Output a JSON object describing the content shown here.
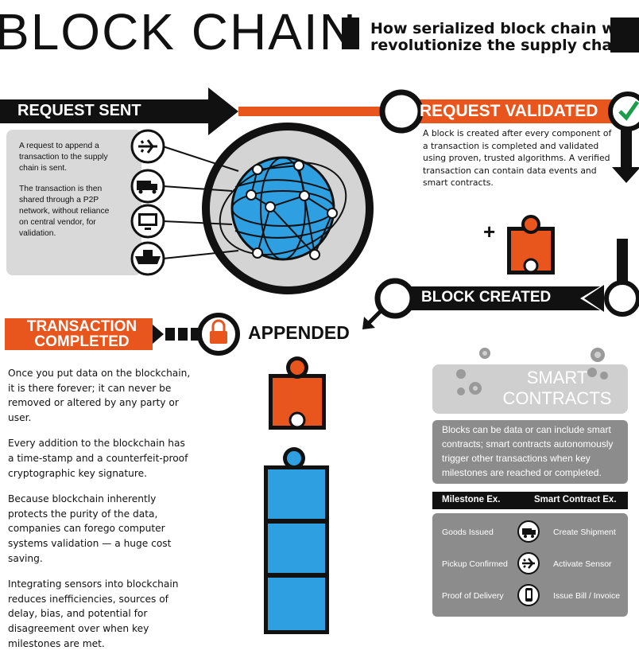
{
  "header": {
    "title": "BLOCK CHAIN",
    "subtitle_line1": "How serialized block chain will",
    "subtitle_line2": "revolutionize the supply chain"
  },
  "steps": {
    "request_sent": "REQUEST SENT",
    "request_validated": "REQUEST VALIDATED",
    "block_created": "BLOCK CREATED",
    "appended": "APPENDED",
    "transaction_completed_line1": "TRANSACTION",
    "transaction_completed_line2": "COMPLETED"
  },
  "request_panel": {
    "para1": "A request to append a transaction to the supply chain is sent.",
    "para2": "The transaction is then shared through a P2P network, without reliance on central vendor, for validation."
  },
  "validated_text": "A block is created after every component of a transaction is completed and validated using proven, trusted algorithms. A verified transaction can contain data events and smart contracts.",
  "plus_sign": "+",
  "left_paragraphs": [
    "Once you put data on the blockchain, it is there forever; it can never be removed or altered by any party or user.",
    "Every addition to the blockchain has a time-stamp and a counterfeit-proof cryptographic key signature.",
    "Because blockchain inherently protects the purity of the data, companies can forego computer systems validation — a huge cost saving.",
    "Integrating sensors into blockchain reduces inefficiencies, sources of delay, bias, and potential for disagreement over when key milestones are met."
  ],
  "smart_contracts": {
    "title_line1": "SMART",
    "title_line2": "CONTRACTS",
    "description": "Blocks can be data or can include smart contracts; smart contracts autonomously trigger other transactions when key milestones are reached or completed.",
    "header_milestone": "Milestone Ex.",
    "header_contract": "Smart Contract Ex.",
    "rows": [
      {
        "milestone": "Goods Issued",
        "icon": "truck-icon",
        "contract": "Create Shipment"
      },
      {
        "milestone": "Pickup Confirmed",
        "icon": "airplane-icon",
        "contract": "Activate Sensor"
      },
      {
        "milestone": "Proof of Delivery",
        "icon": "phone-icon",
        "contract": "Issue Bill / Invoice"
      }
    ]
  },
  "colors": {
    "orange": "#e8561e",
    "black": "#111111",
    "gray_panel": "#d9d9d9",
    "dark_gray_panel": "#8c8c8c",
    "blue": "#2e9fe0"
  },
  "icons": [
    "airplane-icon",
    "truck-icon",
    "computer-icon",
    "ship-icon",
    "globe-network-icon",
    "checkmark-icon",
    "lock-icon",
    "puzzle-piece-icon",
    "gear-icon"
  ]
}
